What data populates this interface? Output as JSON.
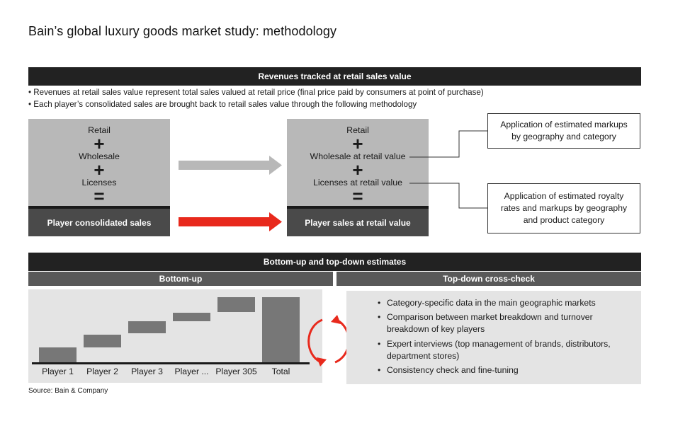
{
  "title": "Bain’s global luxury goods market study: methodology",
  "section1": {
    "header": "Revenues tracked at retail sales value",
    "bullets": [
      "• Revenues at retail sales value represent total sales valued at retail price (final price paid by consumers at point of purchase)",
      "• Each player’s consolidated sales are brought back to retail sales value through the following methodology"
    ],
    "left_box": {
      "items": [
        "Retail",
        "Wholesale",
        "Licenses"
      ],
      "plus": "+",
      "equals": "=",
      "result": "Player consolidated sales"
    },
    "right_box": {
      "items": [
        "Retail",
        "Wholesale at retail value",
        "Licenses at retail value"
      ],
      "plus": "+",
      "equals": "=",
      "result": "Player sales at retail value"
    },
    "callouts": [
      "Application of estimated markups by geography and category",
      "Application of estimated royalty rates and markups by geography and product category"
    ],
    "colors": {
      "grey_arrow": "#b8b8b8",
      "red_arrow": "#e8291c",
      "box_grey": "#b8b8b8",
      "footer_dark": "#4a4a4a"
    }
  },
  "section2": {
    "header": "Bottom-up and top-down estimates",
    "left_title": "Bottom-up",
    "right_title": "Top-down cross-check",
    "bottom_up_labels": [
      "Player 1",
      "Player 2",
      "Player 3",
      "Player ...",
      "Player 305",
      "Total"
    ],
    "top_down_bullets": [
      "Category-specific data in the main geographic markets",
      "Comparison between market breakdown and turnover breakdown of key players",
      "Expert interviews (top management of brands, distributors, department stores)",
      "Consistency check and fine-tuning"
    ],
    "cycle_icon": "circular-arrows-icon",
    "colors": {
      "cycle": "#e8291c",
      "bars": "#777777"
    }
  },
  "source": "Source: Bain & Company"
}
